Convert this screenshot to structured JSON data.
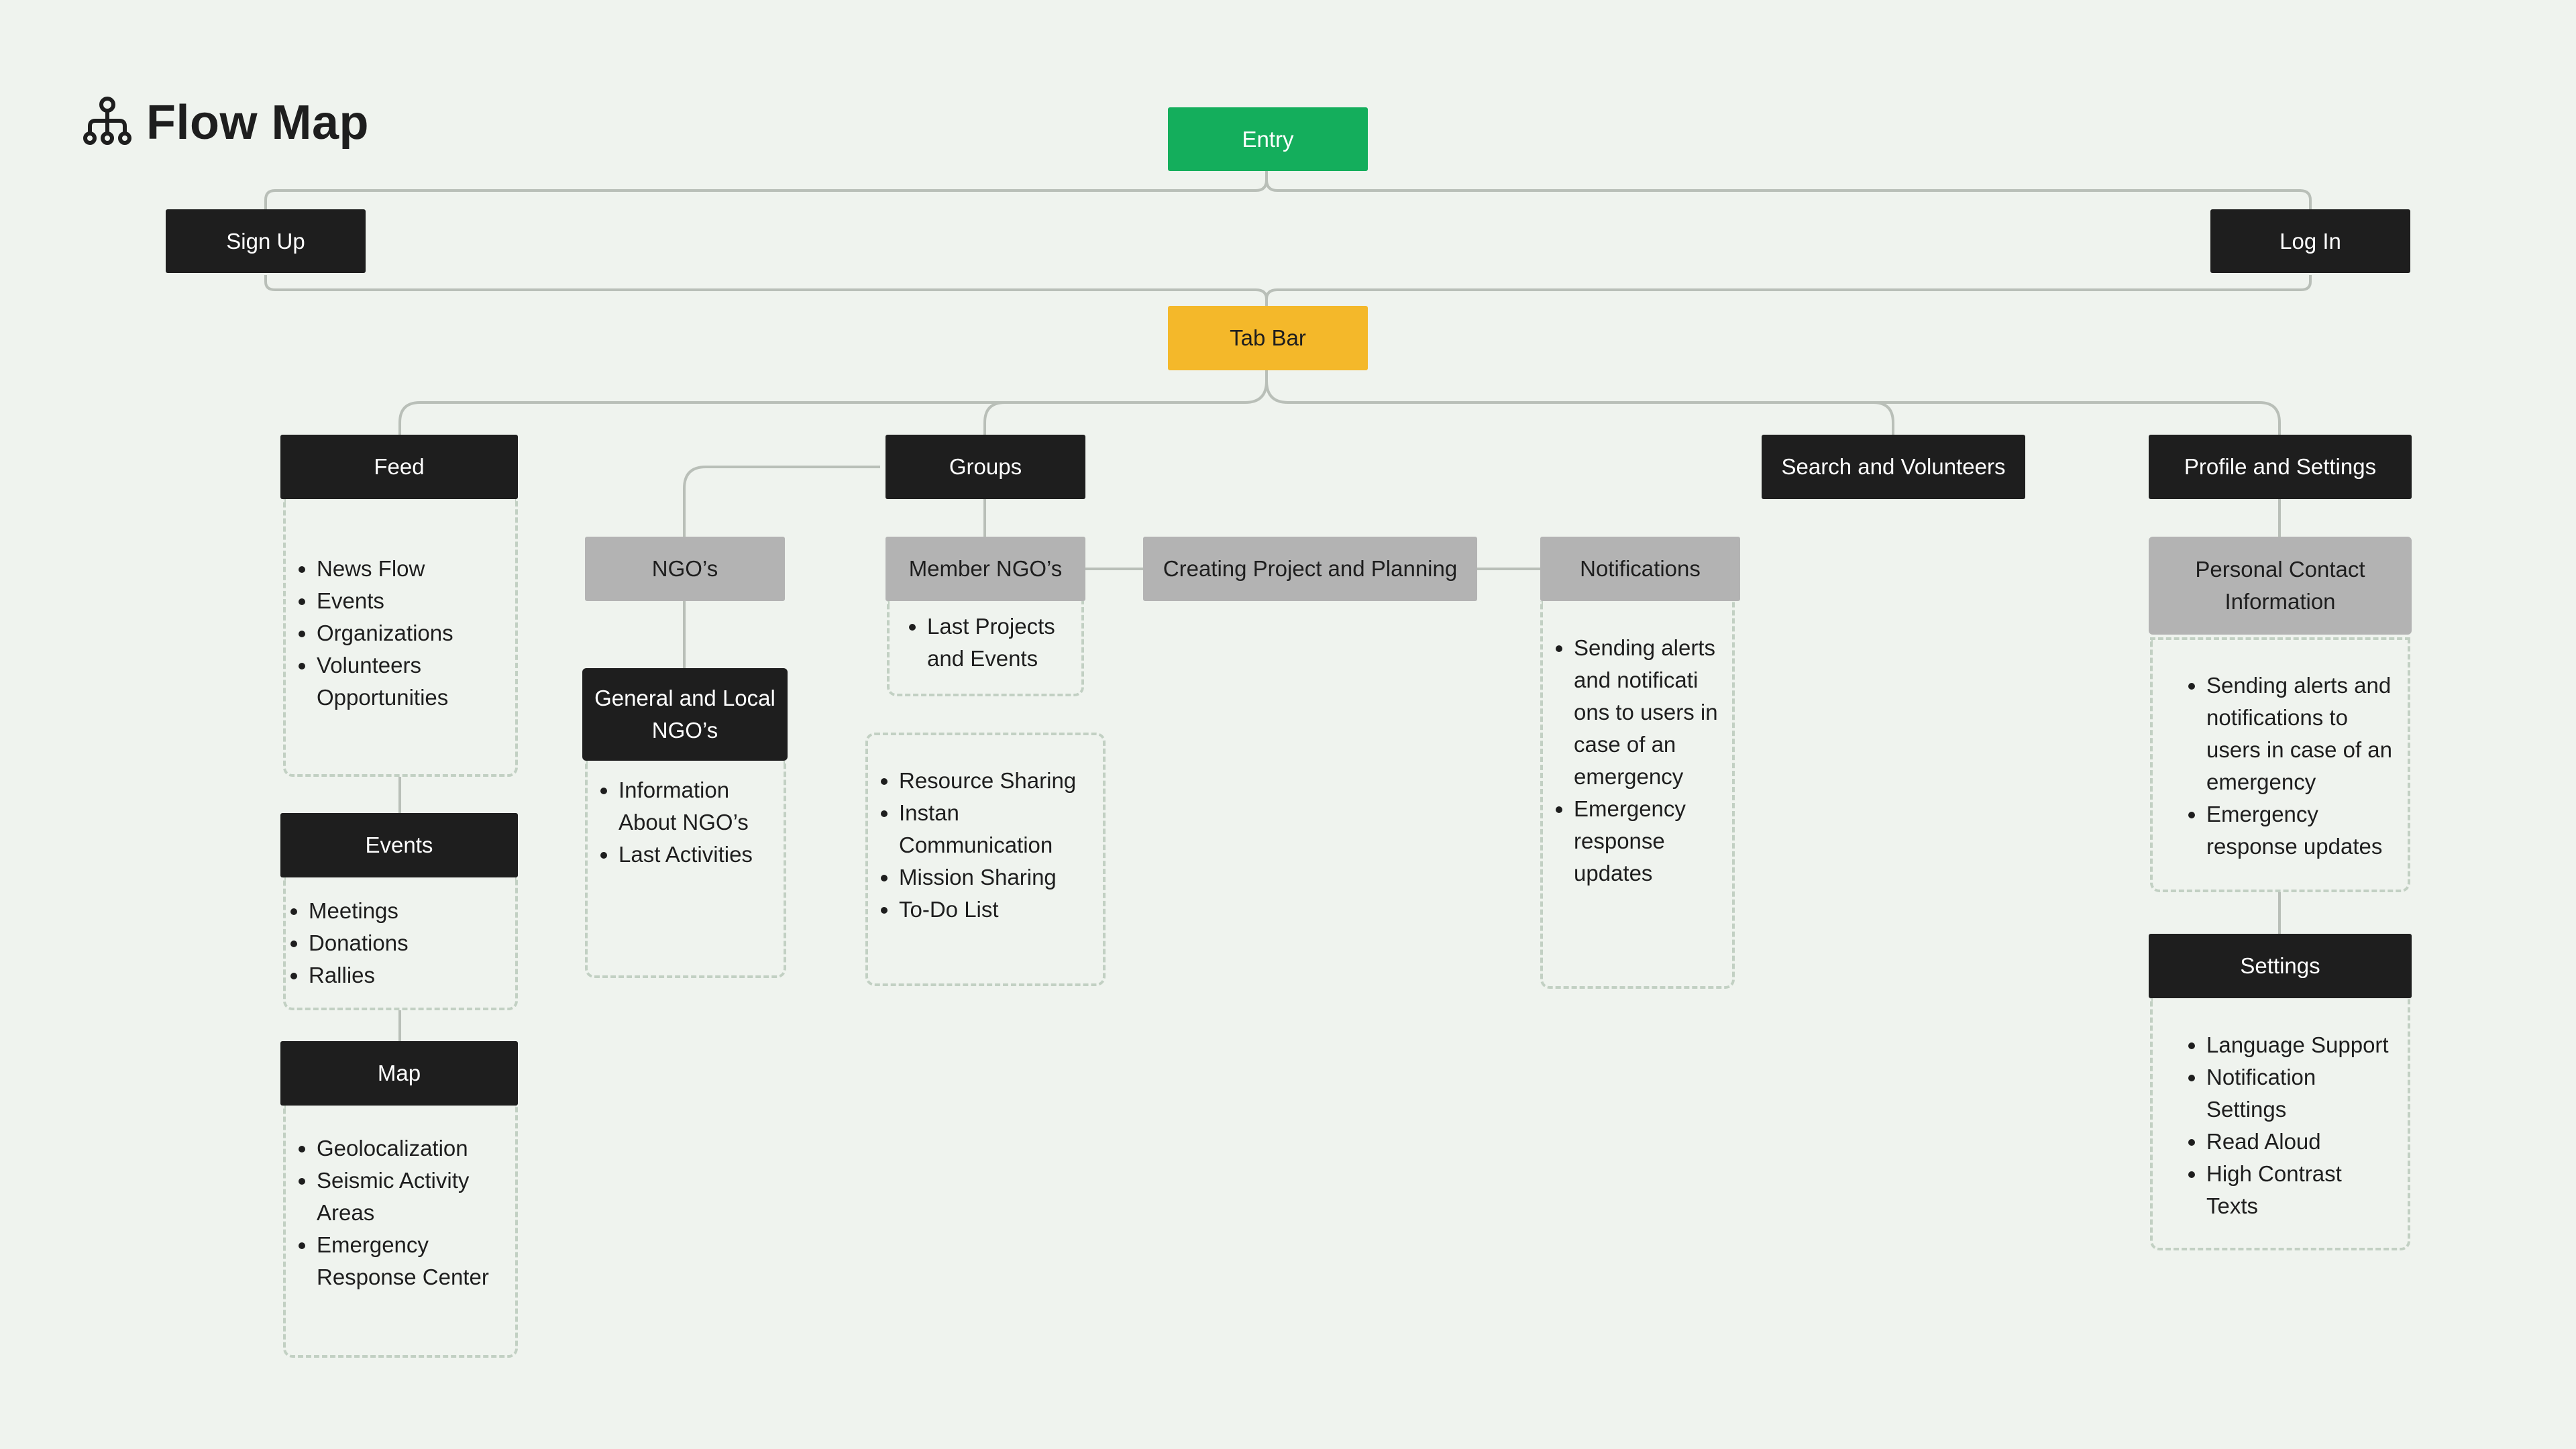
{
  "title": "Flow Map",
  "icon": "sitemap-icon",
  "colors": {
    "background": "#eff3ee",
    "dark_node": "#1e1e1e",
    "gray_node": "#b3b3b3",
    "entry": "#14ae5c",
    "tab_bar": "#f4b82a",
    "connector": "#b9bfb8",
    "dashed_border": "#c2d0c3"
  },
  "nodes": {
    "entry": "Entry",
    "sign_up": "Sign Up",
    "log_in": "Log In",
    "tab_bar": "Tab Bar",
    "feed": "Feed",
    "groups": "Groups",
    "search_volunteers": "Search and Volunteers",
    "profile_settings": "Profile and Settings",
    "ngos": "NGO’s",
    "member_ngos": "Member NGO’s",
    "creating_project": "Creating  Project and Planning",
    "notifications": "Notifications",
    "personal_contact": "Personal Contact Information",
    "general_local_ngos": "General and Local NGO’s",
    "events": "Events",
    "map": "Map",
    "settings": "Settings"
  },
  "lists": {
    "feed": [
      "News Flow",
      "Events",
      "Organizations",
      "Volunteers Opportunities"
    ],
    "events": [
      "Meetings",
      "Donations",
      "Rallies"
    ],
    "map": [
      "Geolocalization",
      "Seismic Activity Areas",
      "Emergency Response Center"
    ],
    "general_local_ngos": [
      "Information About NGO’s",
      "Last Activities"
    ],
    "member_ngos": [
      "Last Projects and Events"
    ],
    "groups_tools": [
      "Resource Sharing",
      "Instan Communication",
      "Mission Sharing",
      "To-Do List"
    ],
    "notifications": [
      "Sending alerts and notificati ons to users in case of an emergency",
      "Emergency response updates"
    ],
    "personal_contact": [
      "Sending alerts and notifications to users in case of an emergency",
      "Emergency response updates"
    ],
    "settings": [
      "Language Support",
      "Notification Settings",
      "Read Aloud",
      "High Contrast Texts"
    ]
  }
}
